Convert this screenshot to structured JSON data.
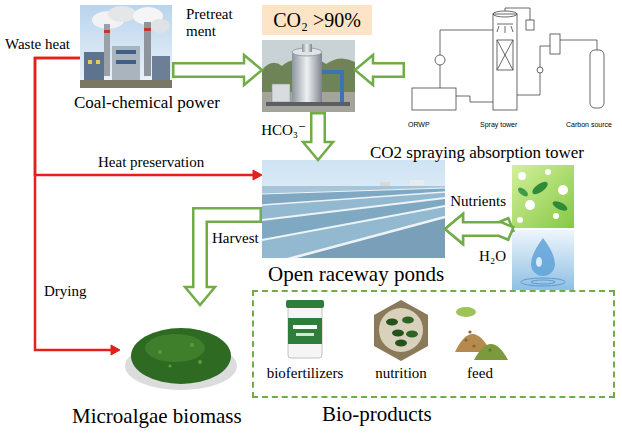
{
  "diagram": {
    "nodes": [
      {
        "text": [
          "Coal-chemical power"
        ]
      },
      {
        "text": [
          "CO₂ >90%"
        ]
      },
      {
        "text": [
          "CO2 spraying absorption tower"
        ]
      },
      {
        "text": [
          "Open raceway ponds"
        ]
      },
      {
        "text": [
          "Nutrients"
        ]
      },
      {
        "text": [
          "H₂O"
        ]
      },
      {
        "text": [
          "Microalgae biomass"
        ]
      },
      {
        "text": [
          "Bio-products"
        ]
      },
      {
        "text": [
          "biofertilizers"
        ],
        "in": 7
      },
      {
        "text": [
          "nutrition"
        ],
        "in": 7
      },
      {
        "text": [
          "feed"
        ],
        "in": 7
      }
    ],
    "edges": [
      {
        "from": 0,
        "to": 1,
        "label": "Pretreat ment",
        "arrow": "to"
      },
      {
        "from": 2,
        "to": 1,
        "arrow": "to"
      },
      {
        "from": 1,
        "to": 3,
        "label": "HCO₃⁻",
        "arrow": "to"
      },
      {
        "from": 4,
        "to": 3,
        "arrow": "to"
      },
      {
        "from": 5,
        "to": 3,
        "arrow": "to"
      },
      {
        "from": 3,
        "to": 6,
        "label": "Harvest",
        "arrow": "to"
      },
      {
        "from": 0,
        "to": 3,
        "label": "Heat preservation",
        "arrow": "to"
      },
      {
        "from": 0,
        "to": 6,
        "label": "Drying",
        "arrow": "to"
      }
    ],
    "labels": [
      "Waste heat",
      "ORWP",
      "Spray tower",
      "Carbon source"
    ]
  }
}
